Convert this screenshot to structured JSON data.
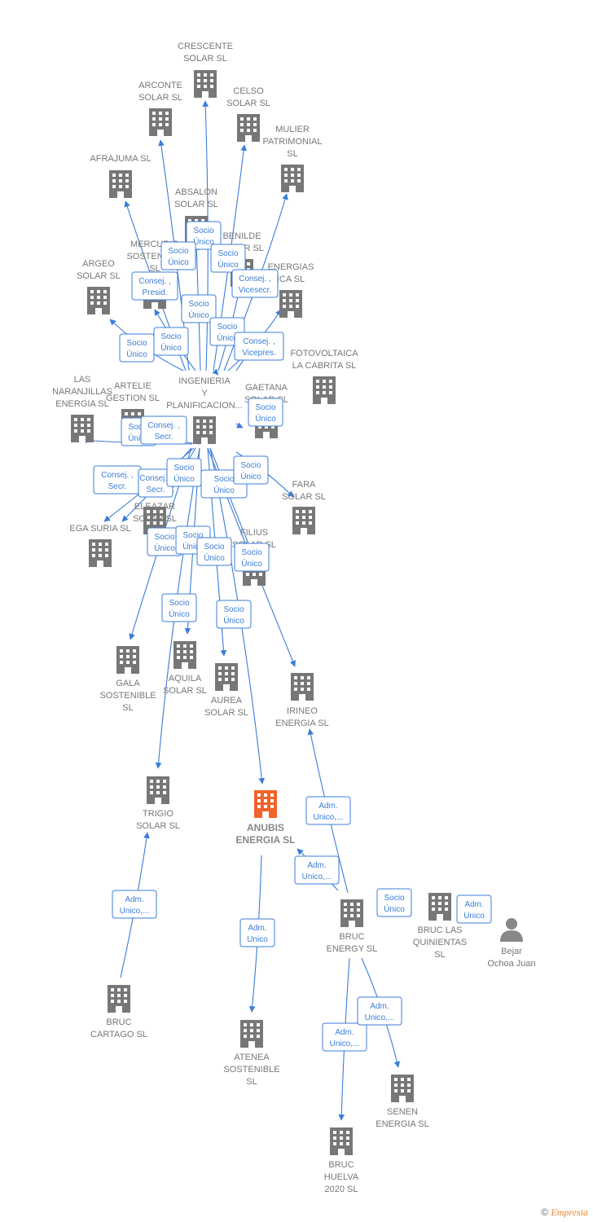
{
  "colors": {
    "edge": "#3b7dd8",
    "building": "#777777",
    "focus_building": "#f0632a",
    "person": "#888888"
  },
  "nodes": [
    {
      "id": "crescente",
      "lines": [
        "CRESCENTE",
        "SOLAR  SL"
      ],
      "type": "company"
    },
    {
      "id": "arconte",
      "lines": [
        "ARCONTE",
        "SOLAR  SL"
      ],
      "type": "company"
    },
    {
      "id": "celso",
      "lines": [
        "CELSO",
        "SOLAR  SL"
      ],
      "type": "company"
    },
    {
      "id": "mulier",
      "lines": [
        "MULIER",
        "PATRIMONIAL",
        "SL"
      ],
      "type": "company"
    },
    {
      "id": "afrajuma",
      "lines": [
        "AFRAJUMA SL"
      ],
      "type": "company"
    },
    {
      "id": "absalon",
      "lines": [
        "ABSALON",
        "SOLAR  SL"
      ],
      "type": "company"
    },
    {
      "id": "benilde",
      "lines": [
        "BENILDE",
        "SOLAR  SL"
      ],
      "type": "company"
    },
    {
      "id": "mercurio",
      "lines": [
        "MERCURIO",
        "SOSTENIBLE",
        "SL"
      ],
      "type": "company"
    },
    {
      "id": "argeo",
      "lines": [
        "ARGEO",
        "SOLAR  SL"
      ],
      "type": "company"
    },
    {
      "id": "energias",
      "lines": [
        "ENERGIAS",
        "ICA SL"
      ],
      "type": "company"
    },
    {
      "id": "fotovoltaica",
      "lines": [
        "FOTOVOLTAICA",
        "LA CABRITA  SL"
      ],
      "type": "company"
    },
    {
      "id": "ingenieria",
      "lines": [
        "INGENIERIA",
        "Y",
        "PLANIFICACION..."
      ],
      "type": "company"
    },
    {
      "id": "artelie",
      "lines": [
        "ARTELIE",
        "GESTION  SL"
      ],
      "type": "company"
    },
    {
      "id": "naranjillas",
      "lines": [
        "LAS",
        "NARANJILLAS",
        "ENERGIA  SL"
      ],
      "type": "company"
    },
    {
      "id": "gaetana",
      "lines": [
        "GAETANA",
        "SOLAR  SL"
      ],
      "type": "company"
    },
    {
      "id": "fara",
      "lines": [
        "FARA",
        "SOLAR  SL"
      ],
      "type": "company"
    },
    {
      "id": "eleazar",
      "lines": [
        "ELEAZAR",
        "SOLAR  SL"
      ],
      "type": "company"
    },
    {
      "id": "egasuria",
      "lines": [
        "EGA SURIA  SL"
      ],
      "type": "company"
    },
    {
      "id": "filius",
      "lines": [
        "FILIUS",
        "SOLAR  SL"
      ],
      "type": "company"
    },
    {
      "id": "gala",
      "lines": [
        "GALA",
        "SOSTENIBLE",
        "SL"
      ],
      "type": "company"
    },
    {
      "id": "aquila",
      "lines": [
        "AQUILA",
        "SOLAR  SL"
      ],
      "type": "company"
    },
    {
      "id": "aurea",
      "lines": [
        "AUREA",
        "SOLAR  SL"
      ],
      "type": "company"
    },
    {
      "id": "irineo",
      "lines": [
        "IRINEO",
        "ENERGIA SL"
      ],
      "type": "company"
    },
    {
      "id": "trigio",
      "lines": [
        "TRIGIO",
        "SOLAR  SL"
      ],
      "type": "company"
    },
    {
      "id": "anubis",
      "lines": [
        "ANUBIS",
        "ENERGIA  SL"
      ],
      "type": "focus"
    },
    {
      "id": "bruc_energy",
      "lines": [
        "BRUC",
        "ENERGY  SL"
      ],
      "type": "company"
    },
    {
      "id": "bruc_quinientas",
      "lines": [
        "BRUC LAS",
        "QUINIENTAS",
        "SL"
      ],
      "type": "company"
    },
    {
      "id": "bejar",
      "lines": [
        "Bejar",
        "Ochoa Juan"
      ],
      "type": "person"
    },
    {
      "id": "bruc_cartago",
      "lines": [
        "BRUC",
        "CARTAGO  SL"
      ],
      "type": "company"
    },
    {
      "id": "atenea",
      "lines": [
        "ATENEA",
        "SOSTENIBLE",
        "SL"
      ],
      "type": "company"
    },
    {
      "id": "senen",
      "lines": [
        "SENEN",
        "ENERGIA SL"
      ],
      "type": "company"
    },
    {
      "id": "bruc_huelva",
      "lines": [
        "BRUC",
        "HUELVA",
        "2020  SL"
      ],
      "type": "company"
    }
  ],
  "edge_labels": [
    {
      "id": "l1",
      "lines": [
        "Socio",
        "Único"
      ]
    },
    {
      "id": "l2",
      "lines": [
        "Socio",
        "Único"
      ]
    },
    {
      "id": "l3",
      "lines": [
        "Socio",
        "Único"
      ]
    },
    {
      "id": "l4",
      "lines": [
        "Consej. ,",
        "Presid."
      ]
    },
    {
      "id": "l5",
      "lines": [
        "Consej. ,",
        "Vicesecr."
      ]
    },
    {
      "id": "l6",
      "lines": [
        "Socio",
        "Único"
      ]
    },
    {
      "id": "l7",
      "lines": [
        "Socio",
        "Único"
      ]
    },
    {
      "id": "l8",
      "lines": [
        "Socio",
        "Único"
      ]
    },
    {
      "id": "l9",
      "lines": [
        "Socio",
        "Único"
      ]
    },
    {
      "id": "l10",
      "lines": [
        "Consej. ,",
        "Vicepres."
      ]
    },
    {
      "id": "l11",
      "lines": [
        "Socio",
        "Único"
      ]
    },
    {
      "id": "l12",
      "lines": [
        "Socio",
        "Único"
      ]
    },
    {
      "id": "l13",
      "lines": [
        "Consej. ,",
        "Secr."
      ]
    },
    {
      "id": "l14",
      "lines": [
        "Consej. ,",
        "Secr."
      ]
    },
    {
      "id": "l15",
      "lines": [
        "Socio",
        "Único"
      ]
    },
    {
      "id": "l16",
      "lines": [
        "Socio",
        "Único"
      ]
    },
    {
      "id": "l17",
      "lines": [
        "Consej. ,",
        "Secr."
      ]
    },
    {
      "id": "l18",
      "lines": [
        "Socio",
        "Único"
      ]
    },
    {
      "id": "l19",
      "lines": [
        "Socio",
        "Único"
      ]
    },
    {
      "id": "l20",
      "lines": [
        "Socio",
        "Único"
      ]
    },
    {
      "id": "l21",
      "lines": [
        "Socio",
        "Único"
      ]
    },
    {
      "id": "l22",
      "lines": [
        "Socio",
        "Único"
      ]
    },
    {
      "id": "l23",
      "lines": [
        "Socio",
        "Único"
      ]
    },
    {
      "id": "l24",
      "lines": [
        "Socio",
        "Único"
      ]
    },
    {
      "id": "l25",
      "lines": [
        "Adm.",
        "Unico,..."
      ]
    },
    {
      "id": "l26",
      "lines": [
        "Adm.",
        "Unico,..."
      ]
    },
    {
      "id": "l27",
      "lines": [
        "Adm.",
        "Unico,..."
      ]
    },
    {
      "id": "l28",
      "lines": [
        "Socio",
        "Único"
      ]
    },
    {
      "id": "l29",
      "lines": [
        "Adm.",
        "Unico"
      ]
    },
    {
      "id": "l30",
      "lines": [
        "Adm.",
        "Unico"
      ]
    },
    {
      "id": "l31",
      "lines": [
        "Adm.",
        "Unico,..."
      ]
    },
    {
      "id": "l32",
      "lines": [
        "Adm.",
        "Unico,..."
      ]
    }
  ],
  "footer": {
    "copyright": "©",
    "brand": "Empresia"
  }
}
